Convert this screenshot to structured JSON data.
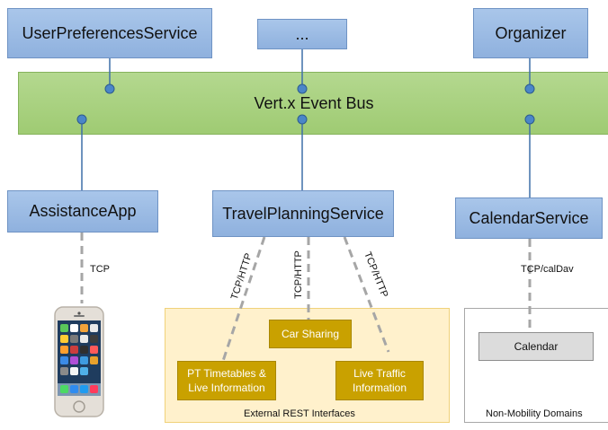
{
  "services": {
    "user_preferences": "UserPreferencesService",
    "ellipsis": "...",
    "organizer": "Organizer"
  },
  "event_bus": "Vert.x Event Bus",
  "consumers": {
    "assistance_app": "AssistanceApp",
    "travel_planning": "TravelPlanningService",
    "calendar_service": "CalendarService"
  },
  "links": {
    "tcp": "TCP",
    "tcp_http": "TCP/HTTP",
    "tcp_caldav": "TCP/calDav"
  },
  "external": {
    "car_sharing": "Car Sharing",
    "pt_timetables_line1": "PT Timetables &",
    "pt_timetables_line2": "Live Information",
    "live_traffic_line1": "Live Traffic",
    "live_traffic_line2": "Information",
    "region_label": "External REST Interfaces"
  },
  "non_mobility": {
    "calendar": "Calendar",
    "region_label": "Non-Mobility Domains"
  },
  "phone_dock_apps": [
    "phone-app",
    "mail-app",
    "safari-app",
    "music-app"
  ]
}
